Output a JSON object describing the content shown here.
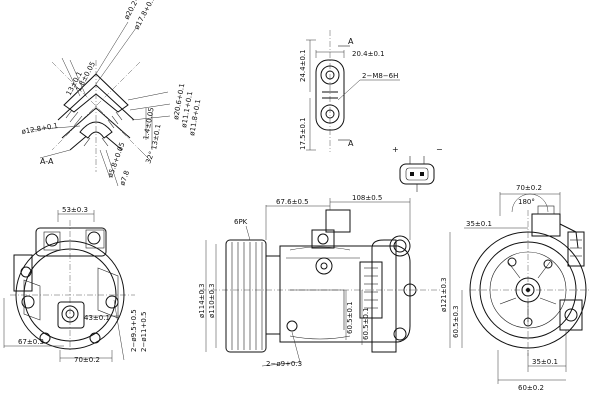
{
  "colors": {
    "ink": "#111111",
    "paper": "#ffffff"
  },
  "section": {
    "label": "A-A",
    "d_outer": "ø20.2+0.1",
    "d_inner": "ø17.8+0.1",
    "w1": "13±0.1",
    "w2": "1.8±0.05",
    "d_right1": "ø20.6+0.1",
    "d_right2": "ø11.1+0.1",
    "d_right3": "ø11.8+0.1",
    "h1": "1.4±0.05",
    "h2": "13±0.1",
    "d_left": "ø12.8+0.1",
    "d_bottom1": "ø5.8+0.05",
    "d_bottom2": "ø7.8",
    "angle": "32°"
  },
  "fitting": {
    "w": "20.4±0.1",
    "h_top": "24.4±0.1",
    "h_bottom": "17.5±0.1",
    "thread": "2−M8−6H",
    "section_mark": "A"
  },
  "connector": {
    "plus": "+",
    "minus": "−"
  },
  "left_view": {
    "w_top": "53±0.3",
    "r1": "43±0.1",
    "w_bottom1": "67±0.3",
    "w_bottom2": "70±0.2",
    "holes1": "2−ø9.5+0.5",
    "holes2": "2−ø11+0.5"
  },
  "side_view": {
    "len1": "67.6±0.5",
    "len2": "108±0.5",
    "belt": "6PK",
    "d_pulley1": "ø114±0.3",
    "d_pulley2": "ø110±0.3",
    "h1": "60.5±0.1",
    "h2": "60.5±0.1",
    "holes": "2−ø9+0.3"
  },
  "front_view": {
    "w_top": "70±0.2",
    "angle": "180°",
    "offset": "35±0.1",
    "d_body": "ø121±0.3",
    "h_mount": "60.5±0.3",
    "w_bottom1": "35±0.1",
    "w_bottom2": "60±0.2"
  }
}
